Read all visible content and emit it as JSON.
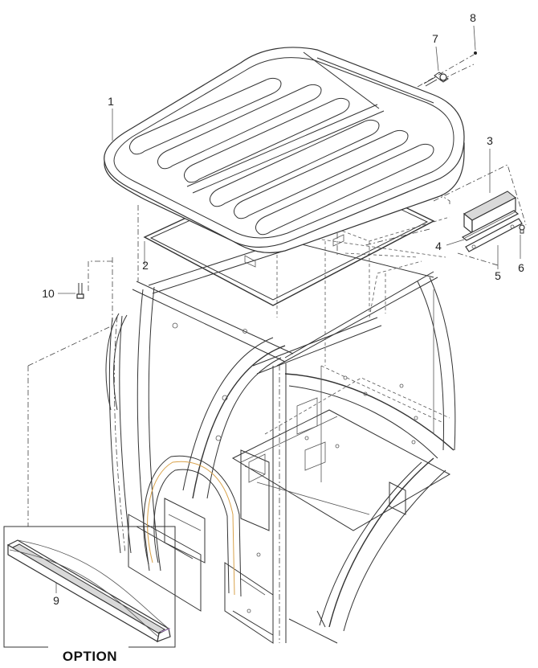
{
  "diagram": {
    "callouts": [
      {
        "id": "1",
        "label": "1"
      },
      {
        "id": "2",
        "label": "2"
      },
      {
        "id": "3",
        "label": "3"
      },
      {
        "id": "4",
        "label": "4"
      },
      {
        "id": "5",
        "label": "5"
      },
      {
        "id": "6",
        "label": "6"
      },
      {
        "id": "7",
        "label": "7"
      },
      {
        "id": "8",
        "label": "8"
      },
      {
        "id": "9",
        "label": "9"
      },
      {
        "id": "10",
        "label": "10"
      }
    ],
    "option_label": "OPTION"
  }
}
